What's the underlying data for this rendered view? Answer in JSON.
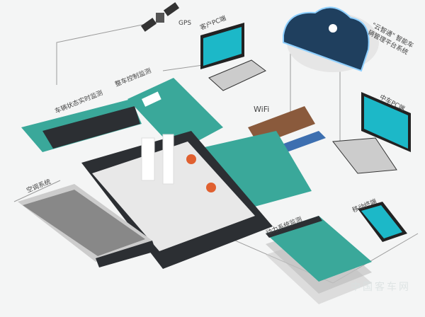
{
  "labels": {
    "gps": "GPS",
    "customer_pc": "客户PC端",
    "cloud_platform": "\"云智通\" 智能车辆管理平台系统",
    "crrc_pc": "中车PC端",
    "vehicle_status": "车辆状态实时监测",
    "vehicle_control": "整车控制监测",
    "wifi": "WiFi",
    "air_conditioning": "空调系统",
    "mobile_terminal": "移动终端",
    "power_system": "动力系统监测"
  },
  "watermark": "中国客车网",
  "colors": {
    "teal": "#3aa89a",
    "dark": "#2c2f33",
    "cloud": "#1f3f5e",
    "screen": "#1cb8c8"
  }
}
